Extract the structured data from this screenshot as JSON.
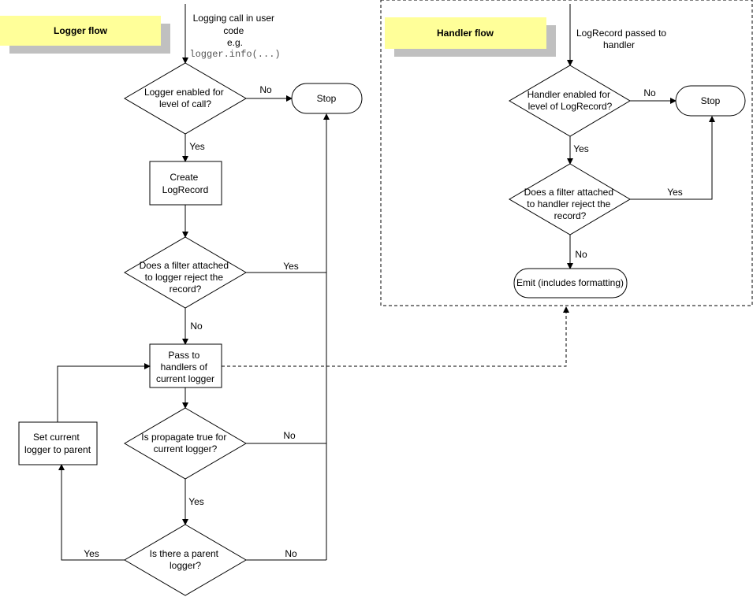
{
  "colors": {
    "title_fill": "#ffff99",
    "title_shadow": "#c0c0c0",
    "stroke": "#000000",
    "code_text": "#555555"
  },
  "titles": {
    "logger_flow": "Logger flow",
    "handler_flow": "Handler flow"
  },
  "logger": {
    "entry": [
      "Logging call in user",
      "code",
      "e.g."
    ],
    "entry_code": "logger.info(...)",
    "enabled": [
      "Logger enabled for",
      "level of call?"
    ],
    "stop": "Stop",
    "create": [
      "Create",
      "LogRecord"
    ],
    "filter": [
      "Does a filter attached",
      "to logger reject the",
      "record?"
    ],
    "pass": [
      "Pass to",
      "handlers of",
      "current logger"
    ],
    "propagate": [
      "Is propagate true for",
      "current logger?"
    ],
    "parent": [
      "Is there a parent",
      "logger?"
    ],
    "set_parent": [
      "Set current",
      "logger to parent"
    ],
    "labels": {
      "enabled_no": "No",
      "enabled_yes": "Yes",
      "filter_yes": "Yes",
      "filter_no": "No",
      "propagate_no": "No",
      "propagate_yes": "Yes",
      "parent_yes": "Yes",
      "parent_no": "No"
    }
  },
  "handler": {
    "entry": [
      "LogRecord passed to",
      "handler"
    ],
    "enabled": [
      "Handler enabled for",
      "level of LogRecord?"
    ],
    "stop": "Stop",
    "filter": [
      "Does a filter attached",
      "to handler reject the",
      "record?"
    ],
    "emit": "Emit (includes formatting)",
    "labels": {
      "enabled_no": "No",
      "enabled_yes": "Yes",
      "filter_yes": "Yes",
      "filter_no": "No"
    }
  }
}
